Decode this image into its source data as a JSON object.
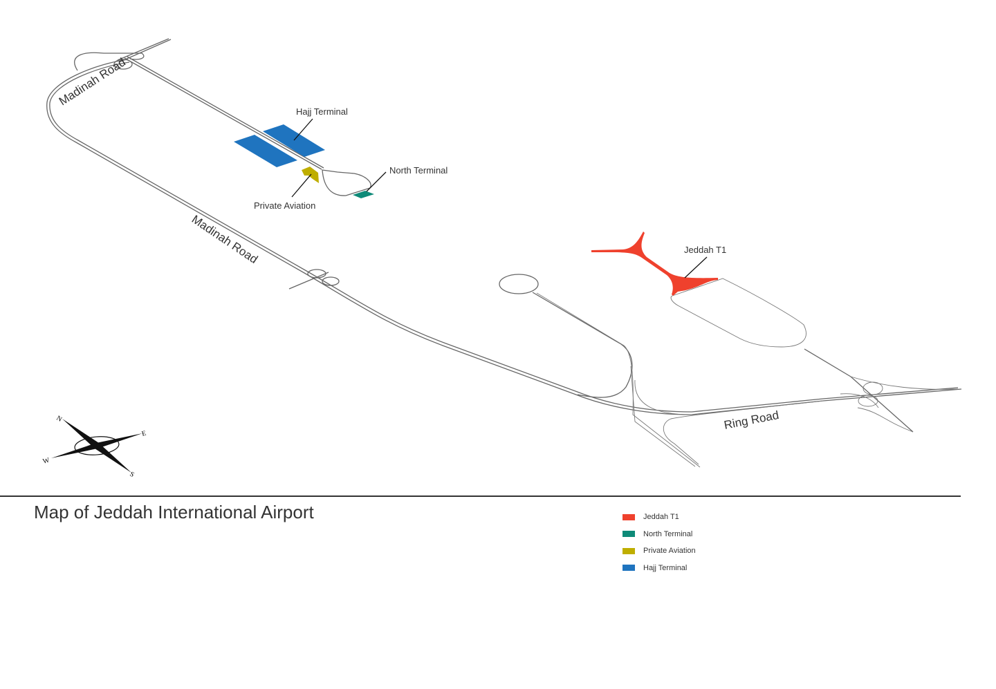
{
  "title": "Map of Jeddah International Airport",
  "road_labels": {
    "madinah_top": "Madinah Road",
    "madinah_bottom": "Madinah Road",
    "ring": "Ring Road"
  },
  "map_labels": {
    "hajj": "Hajj Terminal",
    "north": "North Terminal",
    "private": "Private Aviation",
    "t1": "Jeddah T1"
  },
  "compass": {
    "n": "N",
    "e": "E",
    "s": "S",
    "w": "W"
  },
  "colors": {
    "t1": "#ef412d",
    "north": "#0e8a78",
    "private": "#bfae00",
    "hajj": "#1f74bf",
    "road": "#666666"
  },
  "legend": [
    {
      "label": "Jeddah T1",
      "color": "#ef412d"
    },
    {
      "label": "North Terminal",
      "color": "#0e8a78"
    },
    {
      "label": "Private Aviation",
      "color": "#bfae00"
    },
    {
      "label": "Hajj Terminal",
      "color": "#1f74bf"
    }
  ]
}
